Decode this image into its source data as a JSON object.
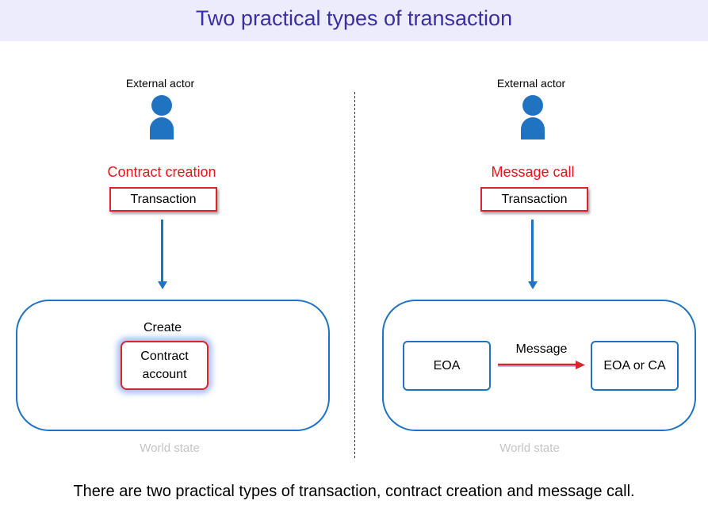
{
  "title": "Two practical types of transaction",
  "left": {
    "actor_label": "External actor",
    "heading": "Contract creation",
    "transaction_label": "Transaction",
    "create_label": "Create",
    "contract_line1": "Contract",
    "contract_line2": "account",
    "world_label": "World state"
  },
  "right": {
    "actor_label": "External actor",
    "heading": "Message call",
    "transaction_label": "Transaction",
    "eoa_label": "EOA",
    "message_label": "Message",
    "target_label": "EOA or CA",
    "world_label": "World state"
  },
  "caption": "There are two practical types of transaction, contract creation and message call.",
  "colors": {
    "title_text": "#3a2fa0",
    "title_bg": "#ececfc",
    "accent_red": "#e8141b",
    "accent_blue": "#1f73c1",
    "muted_label": "#c4c4c4"
  },
  "icons": [
    "person-icon",
    "down-arrow-icon",
    "right-arrow-icon"
  ]
}
